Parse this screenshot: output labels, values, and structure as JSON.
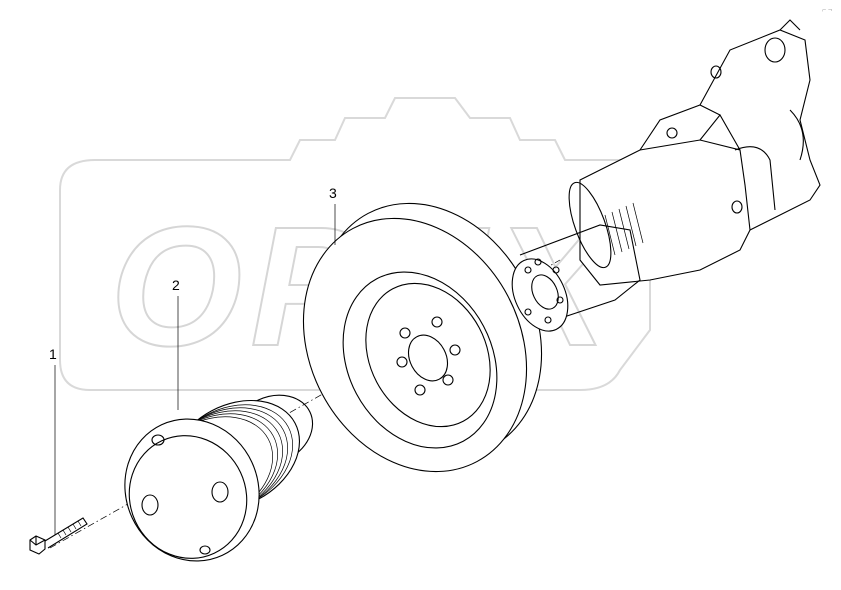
{
  "callouts": [
    {
      "id": "1",
      "label": "1"
    },
    {
      "id": "2",
      "label": "2"
    },
    {
      "id": "3",
      "label": "3"
    }
  ],
  "watermark": {
    "text": "OPEX"
  }
}
